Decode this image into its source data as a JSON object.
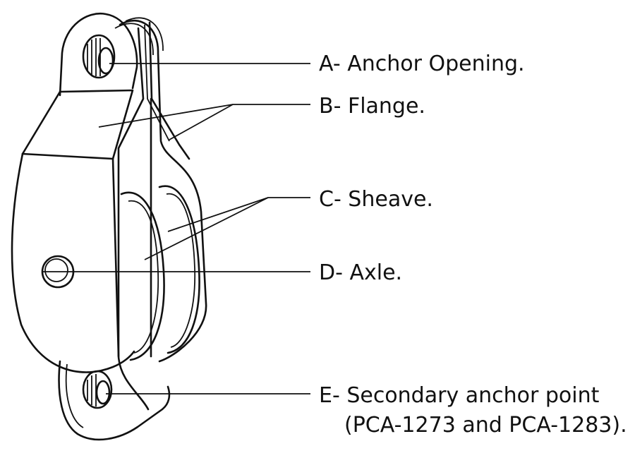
{
  "labels": {
    "a": "A- Anchor Opening.",
    "b": "B- Flange.",
    "c": "C- Sheave.",
    "d": "D- Axle.",
    "e_line1": "E- Secondary anchor point",
    "e_line2": "(PCA-1273 and PCA-1283)."
  },
  "colors": {
    "line": "#111111",
    "background": "#ffffff"
  }
}
